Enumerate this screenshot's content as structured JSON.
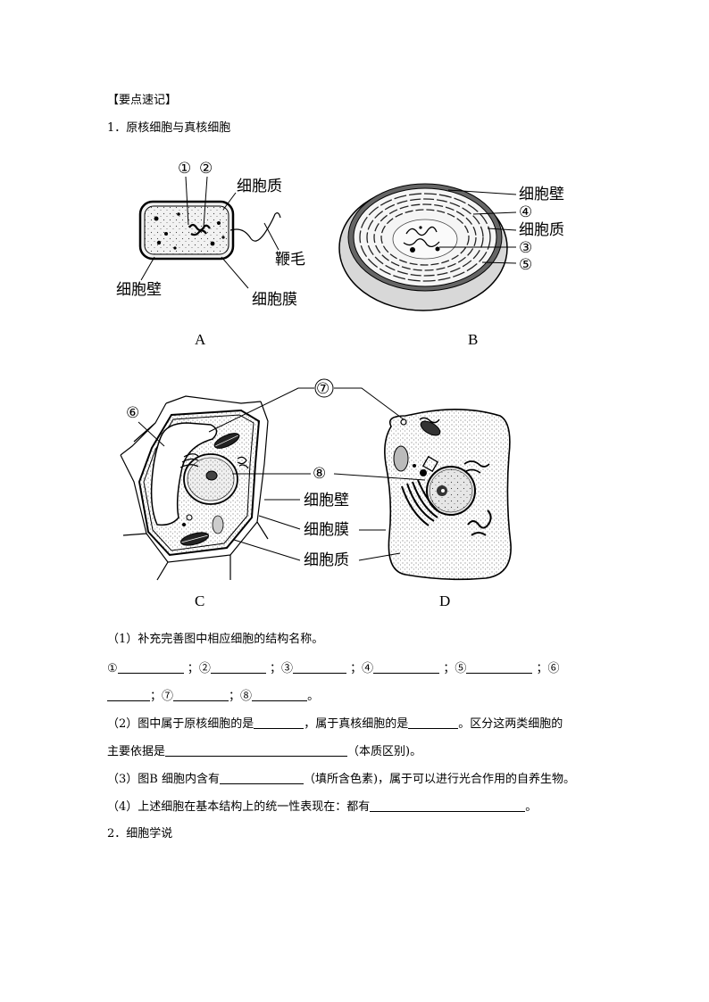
{
  "section_heading": "【要点速记】",
  "topic1": "1．原核细胞与真核细胞",
  "figures": {
    "A": {
      "caption": "A",
      "labels": {
        "n1": "①",
        "n2": "②",
        "cytoplasm": "细胞质",
        "flagellum": "鞭毛",
        "wall": "细胞壁",
        "membrane": "细胞膜"
      }
    },
    "B": {
      "caption": "B",
      "labels": {
        "wall": "细胞壁",
        "n4": "④",
        "cytoplasm": "细胞质",
        "n3": "③",
        "n5": "⑤"
      }
    },
    "C": {
      "caption": "C",
      "labels": {
        "n6": "⑥"
      }
    },
    "D": {
      "caption": "D"
    },
    "shared": {
      "n7": "⑦",
      "n8": "⑧",
      "wall": "细胞壁",
      "membrane": "细胞膜",
      "cytoplasm": "细胞质"
    }
  },
  "q1": {
    "prompt": "（1）补充完善图中相应细胞的结构名称。",
    "items": [
      "①",
      "②",
      "③",
      "④",
      "⑤",
      "⑥",
      "⑦",
      "⑧"
    ],
    "sep": "；",
    "end": "。"
  },
  "q2": {
    "part1": "（2）图中属于原核细胞的是",
    "part2": "，属于真核细胞的是",
    "part3": "。区分这两类细胞的",
    "part4": "主要依据是",
    "part5": "（本质区别)。"
  },
  "q3": {
    "part1": "（3）图B 细胞内含有",
    "part2": "（填所含色素)，属于可以进行光合作用的自养生物。"
  },
  "q4": {
    "part1": "（4）上述细胞在基本结构上的统一性表现在：都有",
    "part2": "。"
  },
  "topic2": "2．细胞学说"
}
